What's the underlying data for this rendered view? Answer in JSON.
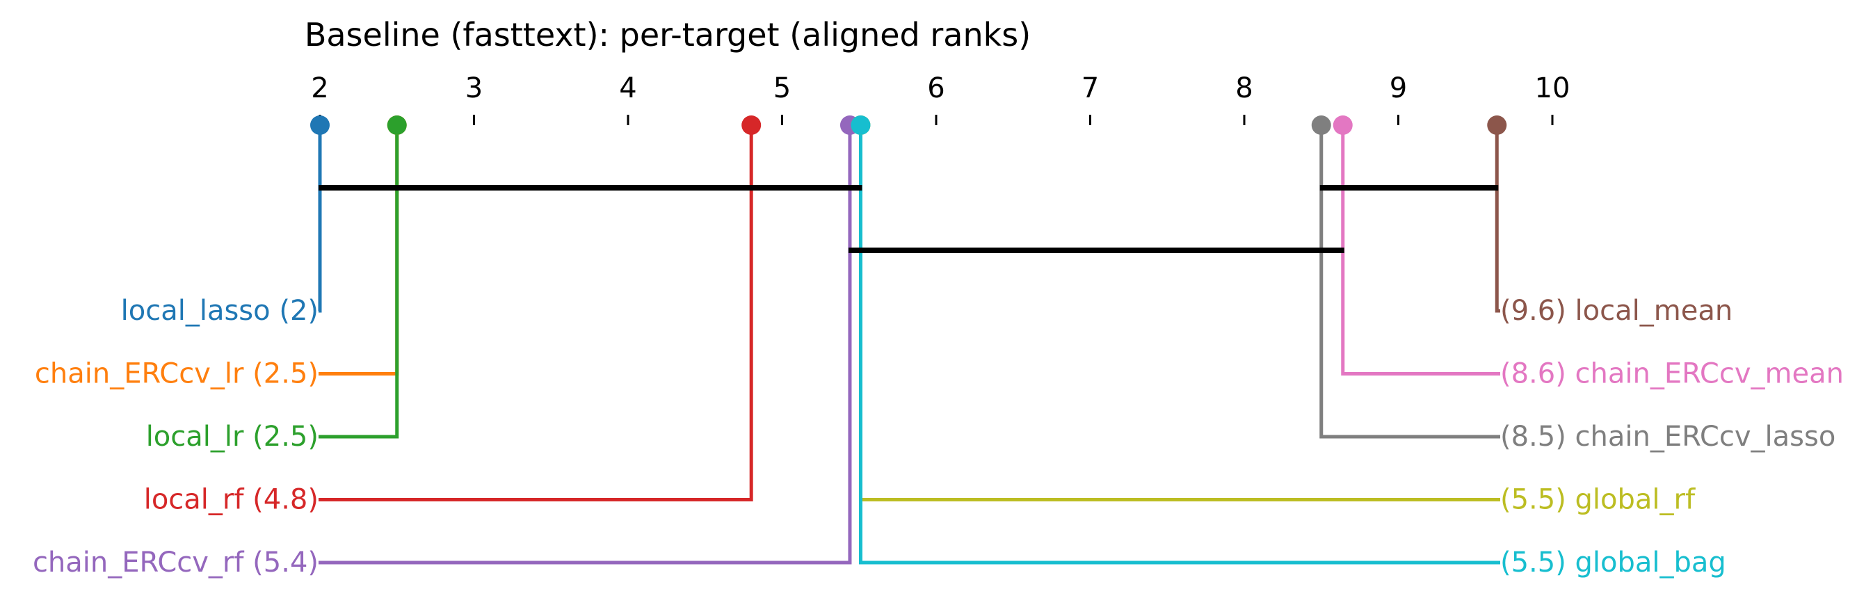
{
  "chart_data": {
    "type": "critical-difference",
    "title": "Baseline (fasttext): per-target (aligned ranks)",
    "axis": {
      "min": 2,
      "max": 10,
      "ticks": [
        2,
        3,
        4,
        5,
        6,
        7,
        8,
        9,
        10
      ]
    },
    "models": [
      {
        "name": "local_lasso",
        "rank": 2.0,
        "rank_label": "2",
        "color": "#1f77b4",
        "side": "left"
      },
      {
        "name": "chain_ERCcv_lr",
        "rank": 2.5,
        "rank_label": "2.5",
        "color": "#ff7f0e",
        "side": "left"
      },
      {
        "name": "local_lr",
        "rank": 2.5,
        "rank_label": "2.5",
        "color": "#2ca02c",
        "side": "left"
      },
      {
        "name": "local_rf",
        "rank": 4.8,
        "rank_label": "4.8",
        "color": "#d62728",
        "side": "left"
      },
      {
        "name": "chain_ERCcv_rf",
        "rank": 5.44,
        "rank_label": "5.4",
        "color": "#9467bd",
        "side": "left"
      },
      {
        "name": "local_mean",
        "rank": 9.64,
        "rank_label": "9.6",
        "color": "#8c564b",
        "side": "right"
      },
      {
        "name": "chain_ERCcv_mean",
        "rank": 8.64,
        "rank_label": "8.6",
        "color": "#e377c2",
        "side": "right"
      },
      {
        "name": "chain_ERCcv_lasso",
        "rank": 8.5,
        "rank_label": "8.5",
        "color": "#7f7f7f",
        "side": "right"
      },
      {
        "name": "global_rf",
        "rank": 5.51,
        "rank_label": "5.5",
        "color": "#bcbd22",
        "side": "right"
      },
      {
        "name": "global_bag",
        "rank": 5.51,
        "rank_label": "5.5",
        "color": "#17becf",
        "side": "right"
      }
    ],
    "cliques": [
      {
        "from": 2.0,
        "to": 5.51
      },
      {
        "from": 8.5,
        "to": 9.64
      },
      {
        "from": 5.44,
        "to": 8.64
      }
    ]
  }
}
